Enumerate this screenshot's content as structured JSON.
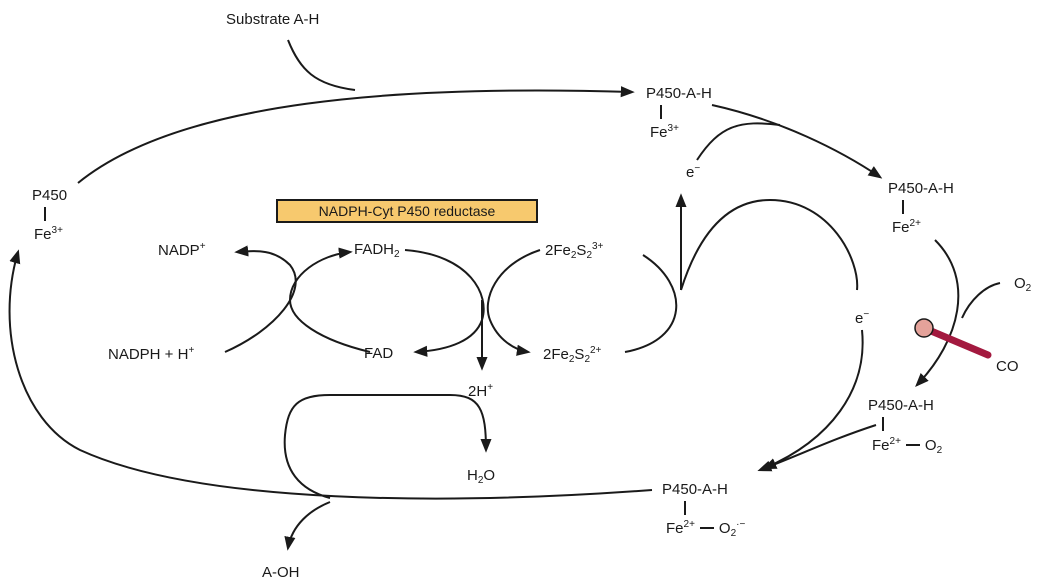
{
  "enzyme": {
    "label": "NADPH-Cyt P450 reductase",
    "fill": "#f7c96e"
  },
  "substrate": "Substrate A-H",
  "product": "A-OH",
  "cofactors": {
    "nadp": "NADP",
    "nadp_sup": "+",
    "nadph": "NADPH + H",
    "nadph_sup": "+",
    "fadh": "FADH",
    "fadh_sub": "2",
    "fad": "FAD",
    "fes_ox_pre": "2Fe",
    "fes_ox_s": "2",
    "fes_ox_S": "S",
    "fes_ox_s2": "2",
    "fes_ox_sup": "3+",
    "fes_red_pre": "2Fe",
    "fes_red_s": "2",
    "fes_red_S": "S",
    "fes_red_s2": "2",
    "fes_red_sup": "2+",
    "protons": "2H",
    "protons_sup": "+",
    "water_pre": "H",
    "water_sub": "2",
    "water_post": "O"
  },
  "states": {
    "p450": {
      "name": "P450",
      "iron": "Fe",
      "iron_sup": "3+"
    },
    "p450_ah_fe3": {
      "name": "P450-A-H",
      "iron": "Fe",
      "iron_sup": "3+"
    },
    "p450_ah_fe2": {
      "name": "P450-A-H",
      "iron": "Fe",
      "iron_sup": "2+"
    },
    "p450_ah_fe2_o2": {
      "name": "P450-A-H",
      "iron": "Fe",
      "iron_sup": "2+",
      "ligand": "O",
      "ligand_sub": "2"
    },
    "p450_ah_fe2_o2r": {
      "name": "P450-A-H",
      "iron": "Fe",
      "iron_sup": "2+",
      "ligand": "O",
      "ligand_sub": "2",
      "ligand_sup": "·−"
    }
  },
  "electron": {
    "label": "e",
    "sup": "−"
  },
  "oxygen": {
    "label": "O",
    "sub": "2"
  },
  "inhibitor": {
    "label": "CO",
    "bar_color": "#a3193f",
    "ball_color": "#e4a29a"
  }
}
